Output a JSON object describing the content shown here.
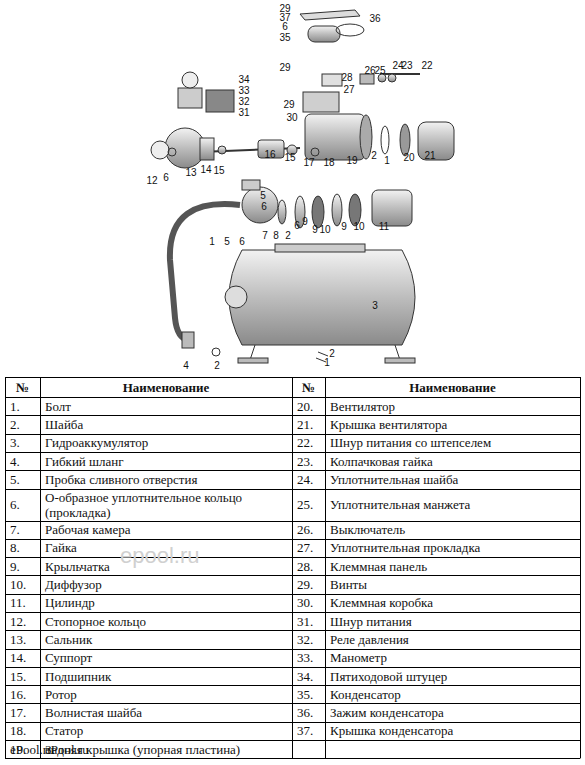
{
  "diagram": {
    "labels": [
      "29",
      "37",
      "6",
      "35",
      "36",
      "29",
      "28",
      "26",
      "25",
      "24",
      "23",
      "22",
      "27",
      "29",
      "30",
      "34",
      "33",
      "32",
      "31",
      "16",
      "15",
      "17",
      "18",
      "19",
      "2",
      "1",
      "20",
      "21",
      "12",
      "6",
      "13",
      "14",
      "15",
      "5",
      "6",
      "1",
      "5",
      "6",
      "7",
      "8",
      "2",
      "6",
      "9",
      "9",
      "10",
      "9",
      "10",
      "11",
      "3",
      "4",
      "2",
      "2",
      "1",
      "№",
      "Наименование",
      "№",
      "Наименование",
      "1.",
      "Болт",
      "20.",
      "Вентилятор",
      "2.",
      "Шайба",
      "21.",
      "Крышка вентилятора",
      "3.",
      "Гидроаккумулятор",
      "22.",
      "Шнур питания со штепселем",
      "4.",
      "Гибкий шланг",
      "23.",
      "Колпачковая гайка",
      "5.",
      "Пробка сливного отверстия",
      "24.",
      "Уплотнительная шайба",
      "6.",
      "О-образное уплотнительное кольцо (прокладка)",
      "25.",
      "Уплотнительная манжета",
      "7.",
      "Рабочая камера",
      "26.",
      "Выключатель",
      "8.",
      "Гайка",
      "27.",
      "Уплотнительная прокладка",
      "9.",
      "Крыльчатка",
      "28.",
      "Клеммная панель",
      "10.",
      "Диффузор",
      "29.",
      "Винты",
      "11.",
      "Цилиндр",
      "30.",
      "Клеммная коробка",
      "12.",
      "Стопорное кольцо",
      "31.",
      "Шнур питания",
      "13.",
      "Сальник",
      "32.",
      "Реле давления",
      "14.",
      "Суппорт",
      "33.",
      "Манометр",
      "15.",
      "Подшипник",
      "34.",
      "Пятиходовой штуцер",
      "16.",
      "Ротор",
      "35.",
      "Конденсатор",
      "17.",
      "Волнистая шайба",
      "36.",
      "Зажим конденсатора",
      "18.",
      "Статор",
      "37.",
      "Крышка конденсатора",
      "19.",
      "Задняя крышка (упорная пластина)",
      "ePool.ru",
      "ePool.ru",
      "epool.ru"
    ]
  }
}
